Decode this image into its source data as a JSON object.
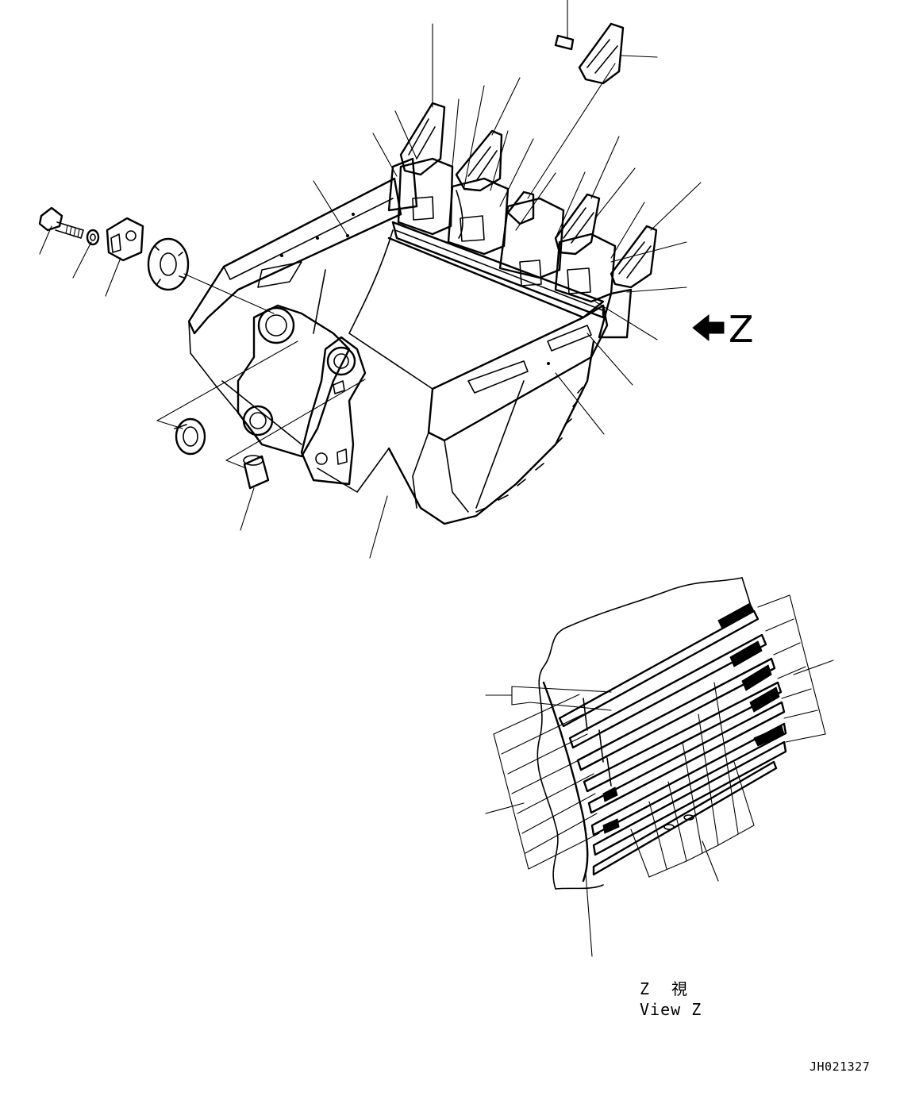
{
  "diagram": {
    "view_letter": "Z",
    "view_caption_jp": "Z　視",
    "view_caption_en": "View Z",
    "drawing_number": "JH021327"
  }
}
